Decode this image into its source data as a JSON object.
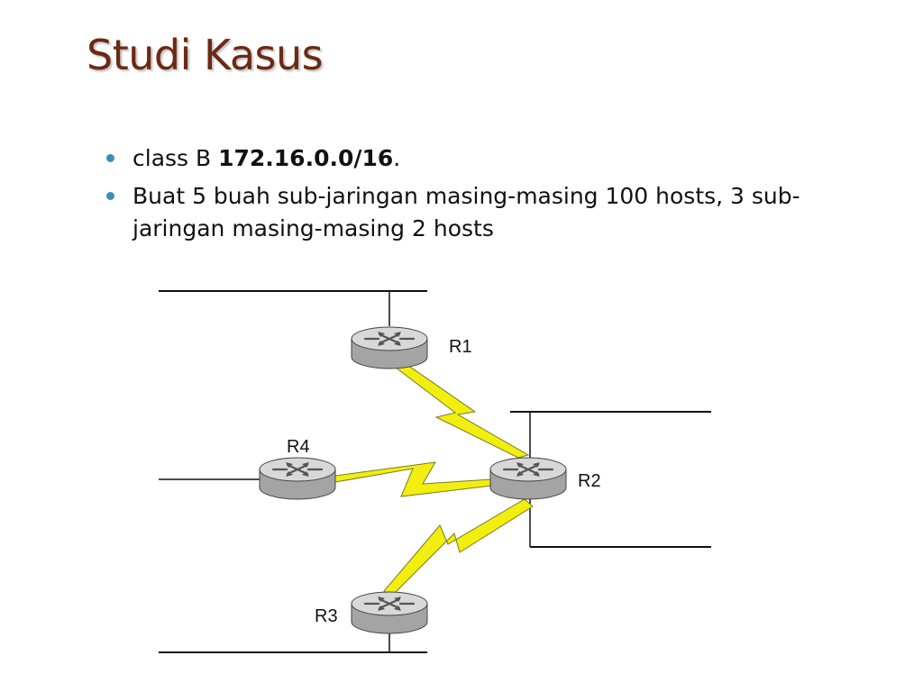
{
  "slide": {
    "title": "Studi Kasus",
    "bullets": [
      {
        "prefix": "class B ",
        "bold": "172.16.0.0/16",
        "suffix": "."
      },
      {
        "text": "Buat 5 buah sub-jaringan masing-masing 100 hosts,  3 sub-jaringan masing-masing 2 hosts"
      }
    ]
  },
  "diagram": {
    "routers": [
      {
        "id": "r1",
        "label": "R1",
        "icon": "router-icon"
      },
      {
        "id": "r2",
        "label": "R2",
        "icon": "router-icon"
      },
      {
        "id": "r3",
        "label": "R3",
        "icon": "router-icon"
      },
      {
        "id": "r4",
        "label": "R4",
        "icon": "router-icon"
      }
    ],
    "serial_links": [
      {
        "from": "R1",
        "to": "R2"
      },
      {
        "from": "R4",
        "to": "R2"
      },
      {
        "from": "R3",
        "to": "R2"
      }
    ],
    "colors": {
      "serial_link": "#f2ee10",
      "router_body": "#a9a9a9",
      "router_top": "#d6d6d6"
    }
  }
}
